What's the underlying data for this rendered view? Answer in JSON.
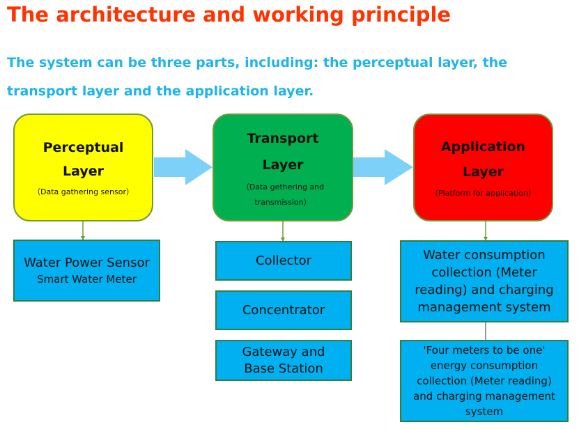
{
  "title": "The architecture and working principle",
  "subtitle": "The system can be three parts, including: the perceptual layer, the transport layer and the application layer.",
  "layers": [
    {
      "name_line1": "Perceptual",
      "name_line2": "Layer",
      "note": "（Data gathering sensor）",
      "color": "#ffff00"
    },
    {
      "name_line1": "Transport",
      "name_line2": "Layer",
      "note": "（Data gethering and transmission）",
      "color": "#00b050"
    },
    {
      "name_line1": "Application",
      "name_line2": "Layer",
      "note": "（Platform for application）",
      "color": "#ff0000"
    }
  ],
  "perceptual_items": {
    "line1": "Water Power Sensor",
    "line2": "Smart Water Meter"
  },
  "transport_items": [
    "Collector",
    "Concentrator",
    "Gateway and Base Station"
  ],
  "application_items": [
    "Water consumption collection (Meter reading) and charging management system",
    "'Four meters to be one' energy consumption collection (Meter reading) and charging management system"
  ],
  "colors": {
    "title": "#ff3300",
    "subtitle": "#1fb4ea",
    "box_fill": "#00b0f0",
    "arrow_fill": "#7dd0f8",
    "connector": "#6e9a3b"
  }
}
